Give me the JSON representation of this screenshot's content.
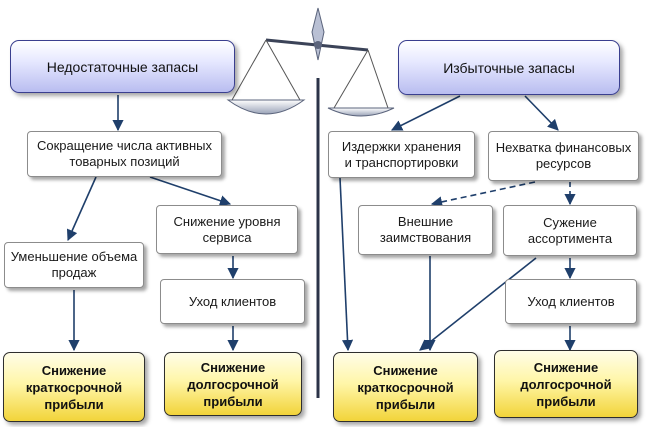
{
  "left": {
    "header": "Недостаточные запасы",
    "reduce_positions": "Сокращение числа активных\nтоварных позиций",
    "service_drop": "Снижение уровня\nсервиса",
    "sales_drop": "Уменьшение объема\nпродаж",
    "clients_leave": "Уход клиентов",
    "short_profit": "Снижение\nкраткосрочной\nприбыли",
    "long_profit": "Снижение\nдолгосрочной\nприбыли"
  },
  "right": {
    "header": "Избыточные запасы",
    "storage_costs": "Издержки хранения\nи транспортировки",
    "finance_lack": "Нехватка финансовых\nресурсов",
    "external_borrowing": "Внешние\nзаимствования",
    "assortment_narrowing": "Сужение\nассортимента",
    "clients_leave": "Уход клиентов",
    "short_profit": "Снижение\nкраткосрочной\nприбыли",
    "long_profit": "Снижение\nдолгосрочной\nприбыли"
  },
  "colors": {
    "header_fill": "#c6c9f2",
    "result_fill": "#f6de4a",
    "arrow": "#1f3f6b",
    "box_border": "#8c8c8c"
  },
  "icons": {
    "center": "balance-scale-icon"
  }
}
